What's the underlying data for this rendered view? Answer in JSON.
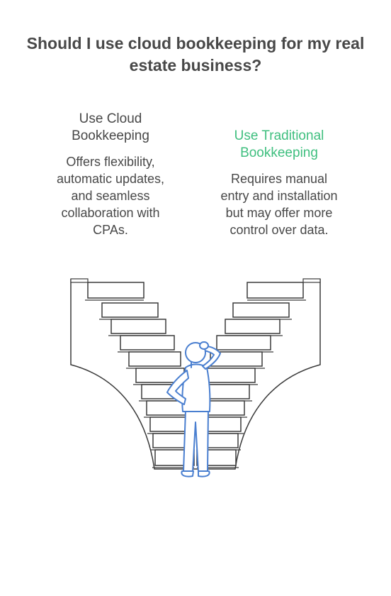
{
  "title": "Should I use cloud bookkeeping for my real estate business?",
  "options": [
    {
      "label": "Use Cloud Bookkeeping",
      "description": "Offers flexibility, automatic updates, and seamless collaboration with CPAs.",
      "color": "#484848"
    },
    {
      "label": "Use Traditional Bookkeeping",
      "description": "Requires manual entry and installation but may offer more control over data.",
      "color": "#3fbf7f"
    }
  ],
  "colors": {
    "text": "#484848",
    "stairs_stroke": "#3a3a3a",
    "person_stroke": "#4a7fd0"
  },
  "illustration": {
    "icon": "person-at-diverging-stairs-icon"
  }
}
